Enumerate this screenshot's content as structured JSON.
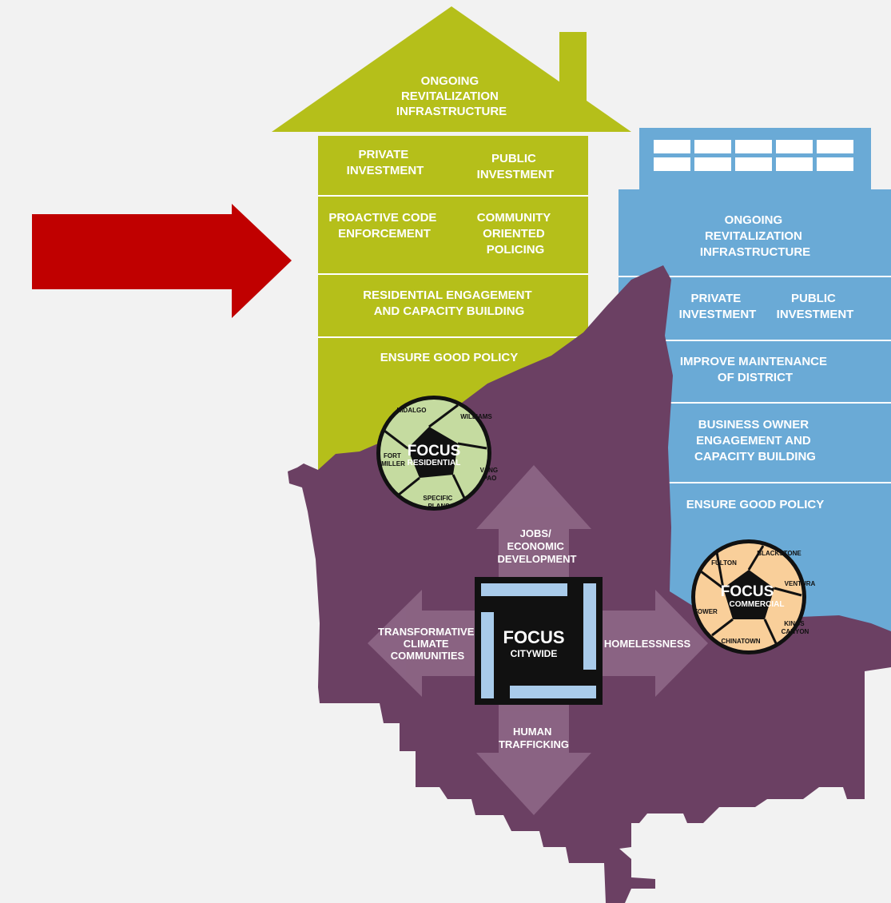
{
  "colors": {
    "background": "#f2f2f2",
    "residential": "#b5bf1a",
    "commercial": "#6aaad6",
    "citywide": "#6b4063",
    "arrow": "#c00000",
    "residential_ring": "#c5dba0",
    "commercial_ring": "#f9cf9a",
    "citywide_frame": "#a9cbea"
  },
  "icons": {
    "pointer": "red-arrow-icon",
    "house": "house-roof-icon",
    "windows": "building-windows-icon"
  },
  "residential": {
    "roof": [
      "ONGOING",
      "REVITALIZATION",
      "INFRASTRUCTURE"
    ],
    "private_investment": [
      "PRIVATE",
      "INVESTMENT"
    ],
    "public_investment": [
      "PUBLIC",
      "INVESTMENT"
    ],
    "code_enforcement": [
      "PROACTIVE CODE",
      "ENFORCEMENT"
    ],
    "community_policing": [
      "COMMUNITY",
      "ORIENTED",
      "POLICING"
    ],
    "engagement": [
      "RESIDENTIAL ENGAGEMENT",
      "AND CAPACITY BUILDING"
    ],
    "policy": "ENSURE GOOD POLICY"
  },
  "commercial": {
    "infrastructure": [
      "ONGOING",
      "REVITALIZATION",
      "INFRASTRUCTURE"
    ],
    "private_investment": [
      "PRIVATE",
      "INVESTMENT"
    ],
    "public_investment": [
      "PUBLIC",
      "INVESTMENT"
    ],
    "maintenance": [
      "IMPROVE MAINTENANCE",
      "OF DISTRICT"
    ],
    "engagement": [
      "BUSINESS OWNER",
      "ENGAGEMENT AND",
      "CAPACITY BUILDING"
    ],
    "policy": "ENSURE GOOD POLICY"
  },
  "residential_badge": {
    "focus": "FOCUS",
    "sub": "RESIDENTIAL",
    "areas": {
      "hidalgo": "HIDALGO",
      "williams": "WILLIAMS",
      "fort_miller": [
        "FORT",
        "MILLER"
      ],
      "vang_pao": [
        "VANG",
        "PAO"
      ],
      "specific_plans": [
        "SPECIFIC",
        "PLANS"
      ]
    }
  },
  "commercial_badge": {
    "focus": "FOCUS",
    "sub": "COMMERCIAL",
    "areas": {
      "fulton": "FULTON",
      "blackstone": "BLACKSTONE",
      "ventura": "VENTURA",
      "tower": "TOWER",
      "kings_canyon": [
        "KINGS",
        "CANYON"
      ],
      "chinatown": "CHINATOWN"
    }
  },
  "citywide": {
    "focus": "FOCUS",
    "sub": "CITYWIDE",
    "jobs": [
      "JOBS/",
      "ECONOMIC",
      "DEVELOPMENT"
    ],
    "climate": [
      "TRANSFORMATIVE",
      "CLIMATE",
      "COMMUNITIES"
    ],
    "homelessness": "HOMELESSNESS",
    "trafficking": [
      "HUMAN",
      "TRAFFICKING"
    ]
  }
}
